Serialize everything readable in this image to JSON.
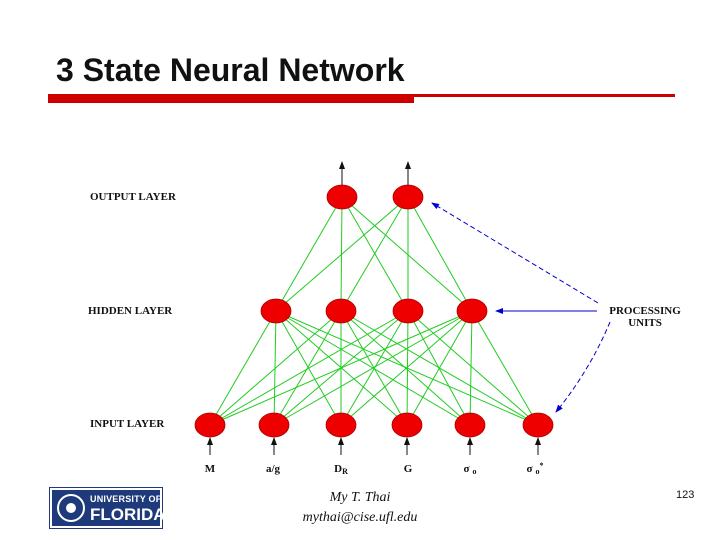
{
  "slide": {
    "title": "3 State Neural Network",
    "accent_color": "#cc0000",
    "footer": {
      "author": "My T. Thai",
      "email": "mythai@cise.ufl.edu",
      "page_number": "123",
      "logo": {
        "line1": "UNIVERSITY OF",
        "line2": "FLORIDA",
        "color": "#1f3a7a"
      }
    }
  },
  "diagram": {
    "colors": {
      "node": "#ee0000",
      "edge": "#22cc22",
      "arrow": "#0000cc",
      "io_arrow": "#111111"
    },
    "layers": [
      {
        "name": "output",
        "label": "OUTPUT LAYER",
        "nodes": 2
      },
      {
        "name": "hidden",
        "label": "HIDDEN LAYER",
        "nodes": 4
      },
      {
        "name": "input",
        "label": "INPUT LAYER",
        "nodes": 6
      }
    ],
    "input_labels": [
      "M",
      "a/g",
      "DR",
      "G",
      "σ",
      "σ"
    ],
    "processing_units_label": {
      "line1": "PROCESSING",
      "line2": "UNITS"
    }
  }
}
